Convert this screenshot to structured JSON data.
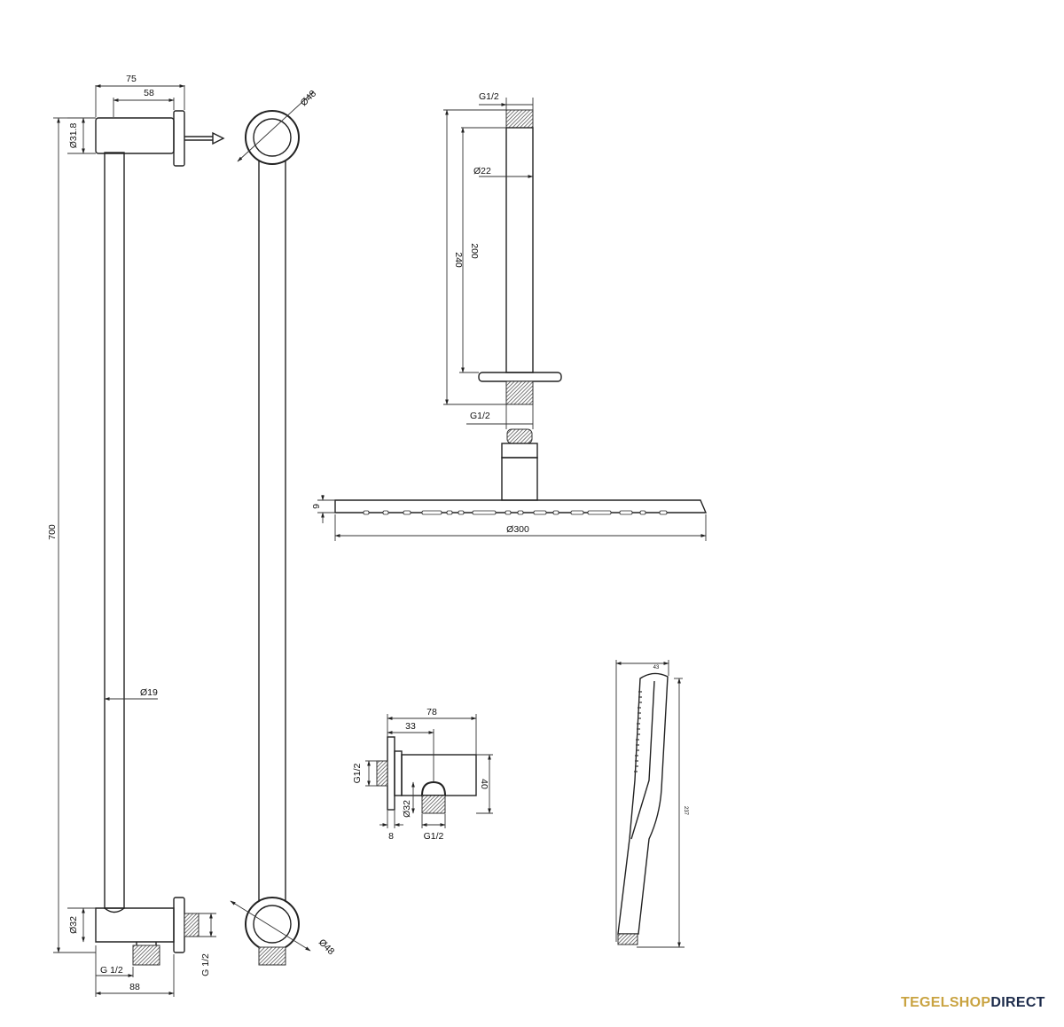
{
  "brand": {
    "part1": "TEGELSHOP",
    "part2": "DIRECT",
    "color_part1": "#c9a341",
    "color_part2": "#1b2a4a"
  },
  "rail_side": {
    "w75": "75",
    "w58": "58",
    "d31_8": "Ø31.8",
    "len700": "700",
    "d19": "Ø19",
    "d32": "Ø32",
    "g_half_bottom": "G 1/2",
    "w88": "88",
    "g_half_side": "G 1/2"
  },
  "rail_front": {
    "d48_top": "Ø48",
    "d48_bottom": "Ø48"
  },
  "arm": {
    "g_half_top": "G1/2",
    "d22": "Ø22",
    "len240": "240",
    "len200": "200",
    "g_half_bottom": "G1/2"
  },
  "head": {
    "thick9": "9",
    "d300": "Ø300"
  },
  "wall_outlet": {
    "w78": "78",
    "w33": "33",
    "g_half_left": "G1/2",
    "h40": "40",
    "d32": "Ø32",
    "w8": "8",
    "g_half_bottom": "G1/2"
  },
  "handshower": {
    "w_small": "43",
    "len_small": "237"
  }
}
